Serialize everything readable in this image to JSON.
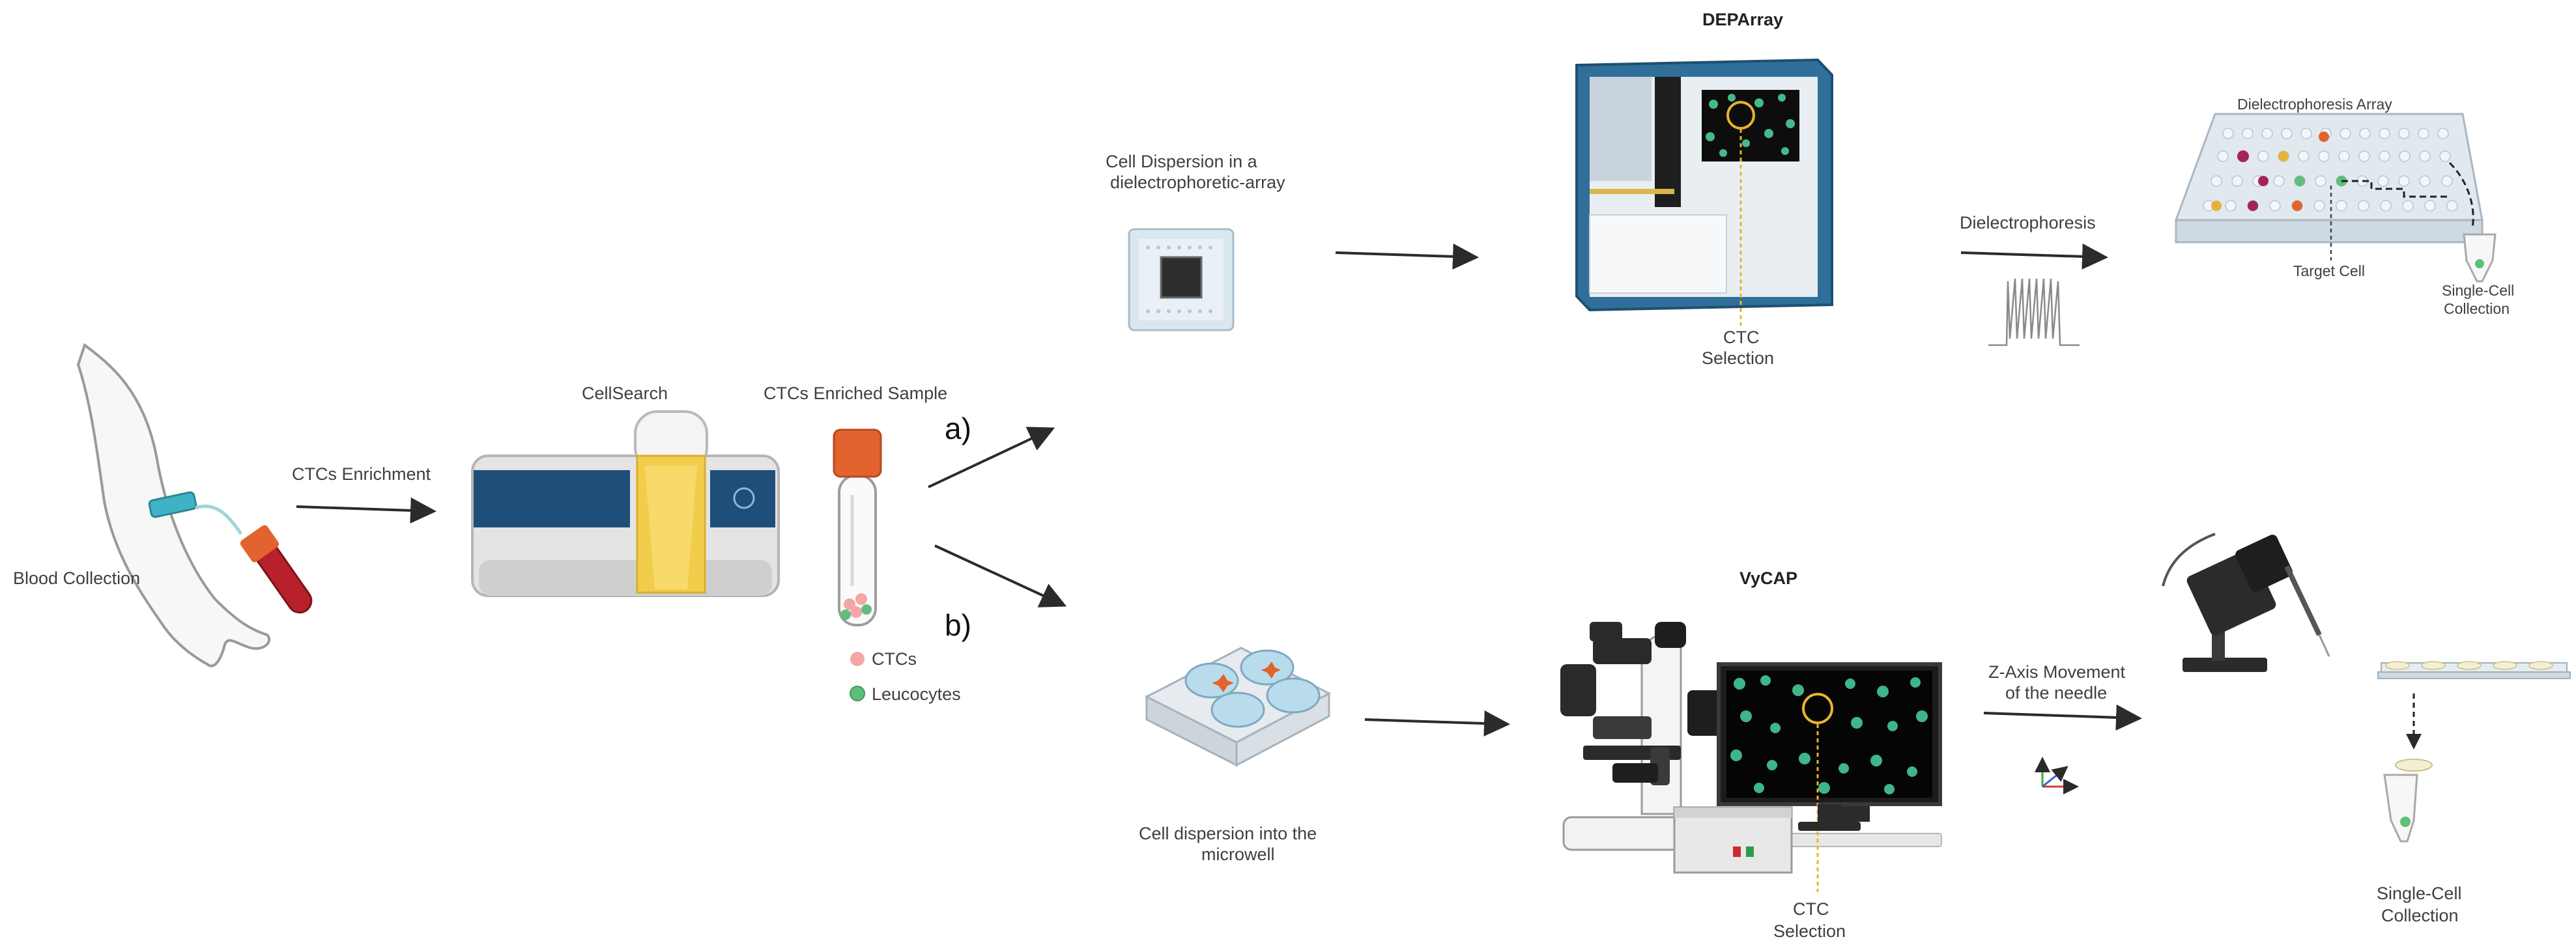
{
  "labels": {
    "blood_collection": "Blood Collection",
    "ctcs_enrichment": "CTCs Enrichment",
    "cellsearch": "CellSearch",
    "ctcs_enriched_sample": "CTCs Enriched Sample",
    "branch_a": "a)",
    "branch_b": "b)",
    "legend_ctcs": "CTCs",
    "legend_leucocytes": "Leucocytes",
    "deparray_title": "DEPArray",
    "cell_dispersion_dep_line1": "Cell Dispersion in a",
    "cell_dispersion_dep_line2": "dielectrophoretic-array",
    "ctc_selection_top_line1": "CTC",
    "ctc_selection_top_line2": "Selection",
    "dielectrophoresis": "Dielectrophoresis",
    "dielectrophoresis_array": "Dielectrophoresis Array",
    "target_cell": "Target Cell",
    "single_cell_top_line1": "Single-Cell",
    "single_cell_top_line2": "Collection",
    "vycap_title": "VyCAP",
    "cell_dispersion_micro_line1": "Cell dispersion into the",
    "cell_dispersion_micro_line2": "microwell",
    "ctc_selection_bottom_line1": "CTC",
    "ctc_selection_bottom_line2": "Selection",
    "zaxis_line1": "Z-Axis Movement",
    "zaxis_line2": "of the needle",
    "single_cell_bottom_line1": "Single-Cell",
    "single_cell_bottom_line2": "Collection"
  },
  "icons": [
    "arm-icon",
    "centrifuge-instrument-icon",
    "sample-tube-icon",
    "dep-chip-icon",
    "deparray-instrument-icon",
    "dielectrophoresis-array-plate-icon",
    "microwell-plate-icon",
    "microscope-icon",
    "monitor-icon",
    "robotic-needle-icon",
    "collection-tube-icon"
  ],
  "colors": {
    "arrow": "#2b2b2b",
    "ctc_cell": "#f4a6a6",
    "leucocyte_cell": "#5fbf7a",
    "instrument_blue": "#2f6f9a",
    "cellsearch_yellow": "#f2cd4c",
    "cellsearch_navy": "#1f4e7a",
    "tube_cap": "#e2632e",
    "selection_circle": "#e8b52b"
  }
}
